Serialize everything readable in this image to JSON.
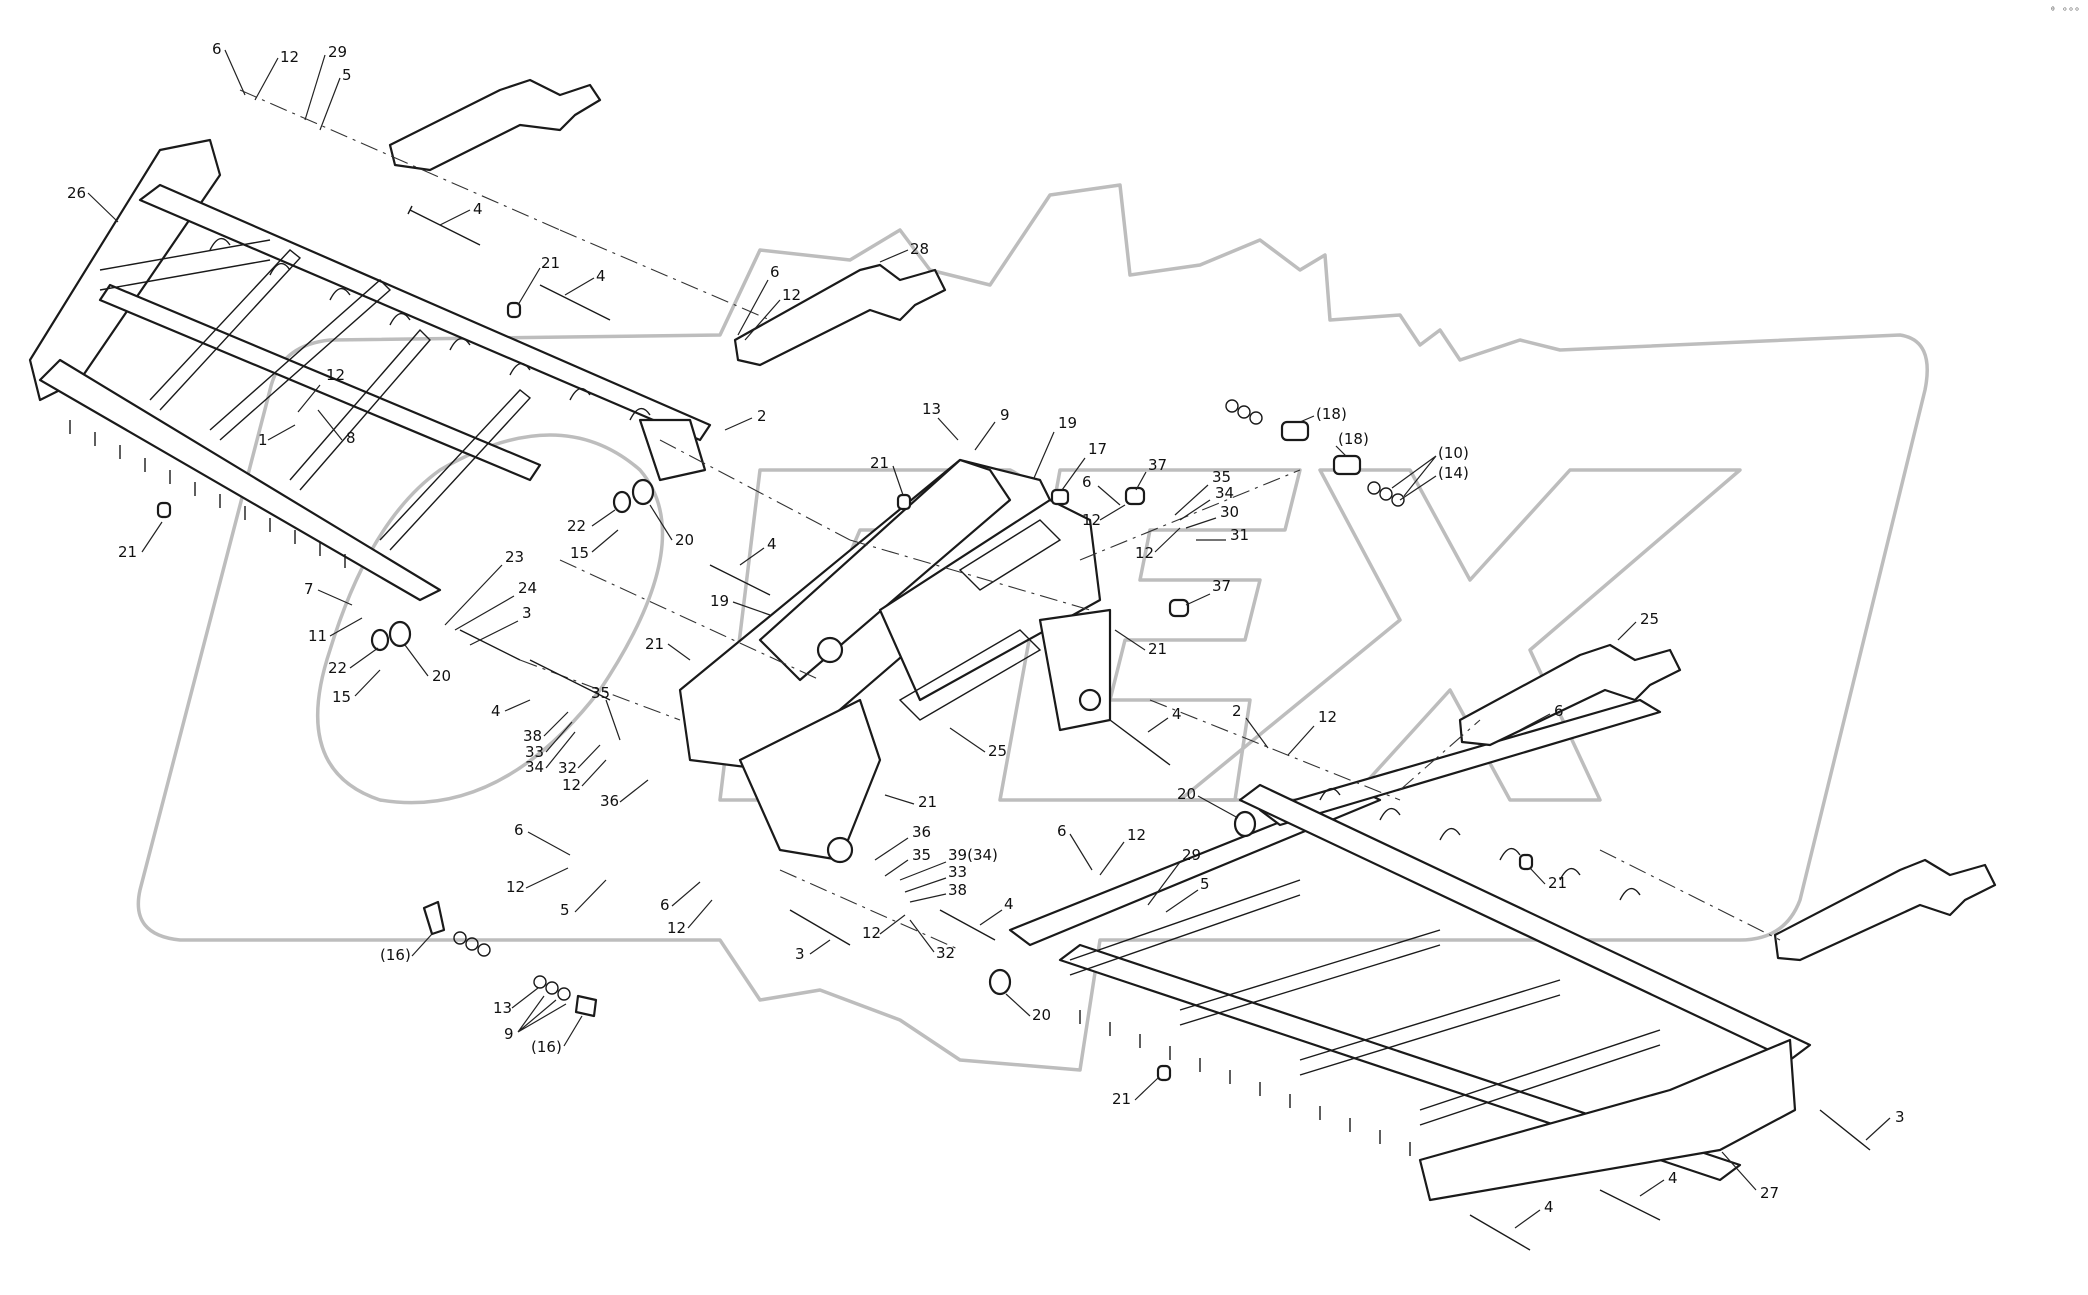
{
  "corner_mark": "⁰ ᵒᵒᵒ",
  "labels": {
    "l6a": "6",
    "l12a": "12",
    "l29a": "29",
    "l5a": "5",
    "l26": "26",
    "l4a": "4",
    "l21a": "21",
    "l4b": "4",
    "l28": "28",
    "l6b": "6",
    "l12b": "12",
    "l12c": "12",
    "l1": "1",
    "l8": "8",
    "l2a": "2",
    "l21b": "21",
    "l22a": "22",
    "l15a": "15",
    "l20a": "20",
    "l7": "7",
    "l11": "11",
    "l23": "23",
    "l24": "24",
    "l3a": "3",
    "l22b": "22",
    "l15b": "15",
    "l20b": "20",
    "l4c": "4",
    "l38a": "38",
    "l33a": "33",
    "l34a": "34",
    "l35a": "35",
    "l32a": "32",
    "l12d": "12",
    "l36a": "36",
    "l13a": "13",
    "l9a": "9",
    "l19a": "19",
    "l17": "17",
    "l37a": "37",
    "l6c": "6",
    "l12e": "12",
    "l35b": "35",
    "l34b": "34",
    "l30": "30",
    "l31": "31",
    "l12f": "12",
    "l21c": "21",
    "l4d": "4",
    "l19b": "19",
    "l21d": "21",
    "l37b": "37",
    "l21e": "21",
    "l18a": "(18)",
    "l18b": "(18)",
    "l10": "(10)",
    "l14": "(14)",
    "l25a": "25",
    "l25b": "25",
    "l4e": "4",
    "l2b": "2",
    "l12g": "12",
    "l6d": "6",
    "l21f": "21",
    "l36b": "36",
    "l35c": "35",
    "l39": "39(34)",
    "l33b": "33",
    "l38b": "38",
    "l32b": "32",
    "l12h": "12",
    "l6e": "6",
    "l12i": "12",
    "l5b": "5",
    "l6f": "6",
    "l12j": "12",
    "l29b": "29",
    "l5c": "5",
    "l20c": "20",
    "l21g": "21",
    "l4f": "4",
    "l3b": "3",
    "l12k": "12",
    "l16a": "(16)",
    "l13b": "13",
    "l9b": "9",
    "l16b": "(16)",
    "l20d": "20",
    "l21h": "21",
    "l3c": "3",
    "l27": "27",
    "l4g": "4",
    "l4h": "4"
  }
}
